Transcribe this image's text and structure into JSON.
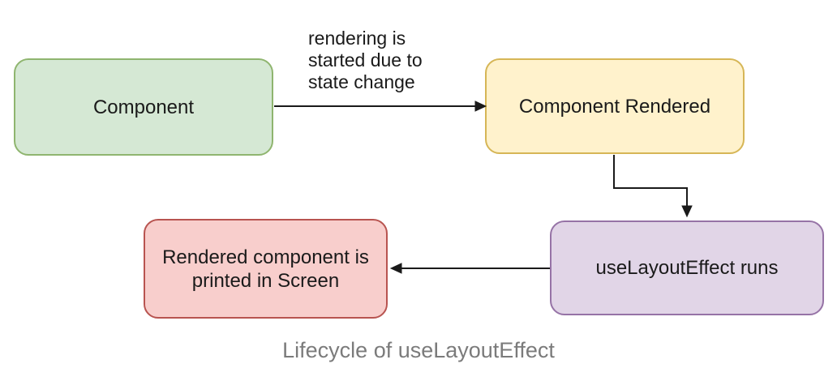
{
  "diagram": {
    "caption": "Lifecycle of useLayoutEffect",
    "nodes": [
      {
        "id": "component",
        "label": "Component",
        "fill": "#D5E8D4",
        "stroke": "#8FB56F"
      },
      {
        "id": "component-rendered",
        "label": "Component Rendered",
        "fill": "#FFF2CC",
        "stroke": "#D6B656"
      },
      {
        "id": "uselayouteffect-runs",
        "label": "useLayoutEffect runs",
        "fill": "#E1D5E7",
        "stroke": "#9673A6"
      },
      {
        "id": "rendered-component-printed",
        "label": "Rendered component is printed in Screen",
        "fill": "#F8CECC",
        "stroke": "#B85450"
      }
    ],
    "edges": [
      {
        "id": "component-to-rendered",
        "label": "rendering is\nstarted due to\nstate change"
      },
      {
        "id": "rendered-to-uselayouteffect",
        "label": ""
      },
      {
        "id": "uselayouteffect-to-screen",
        "label": ""
      }
    ],
    "colors": {
      "arrow": "#1A1A1A",
      "caption_text": "#7B7B7B",
      "background": "#FFFFFF"
    }
  }
}
